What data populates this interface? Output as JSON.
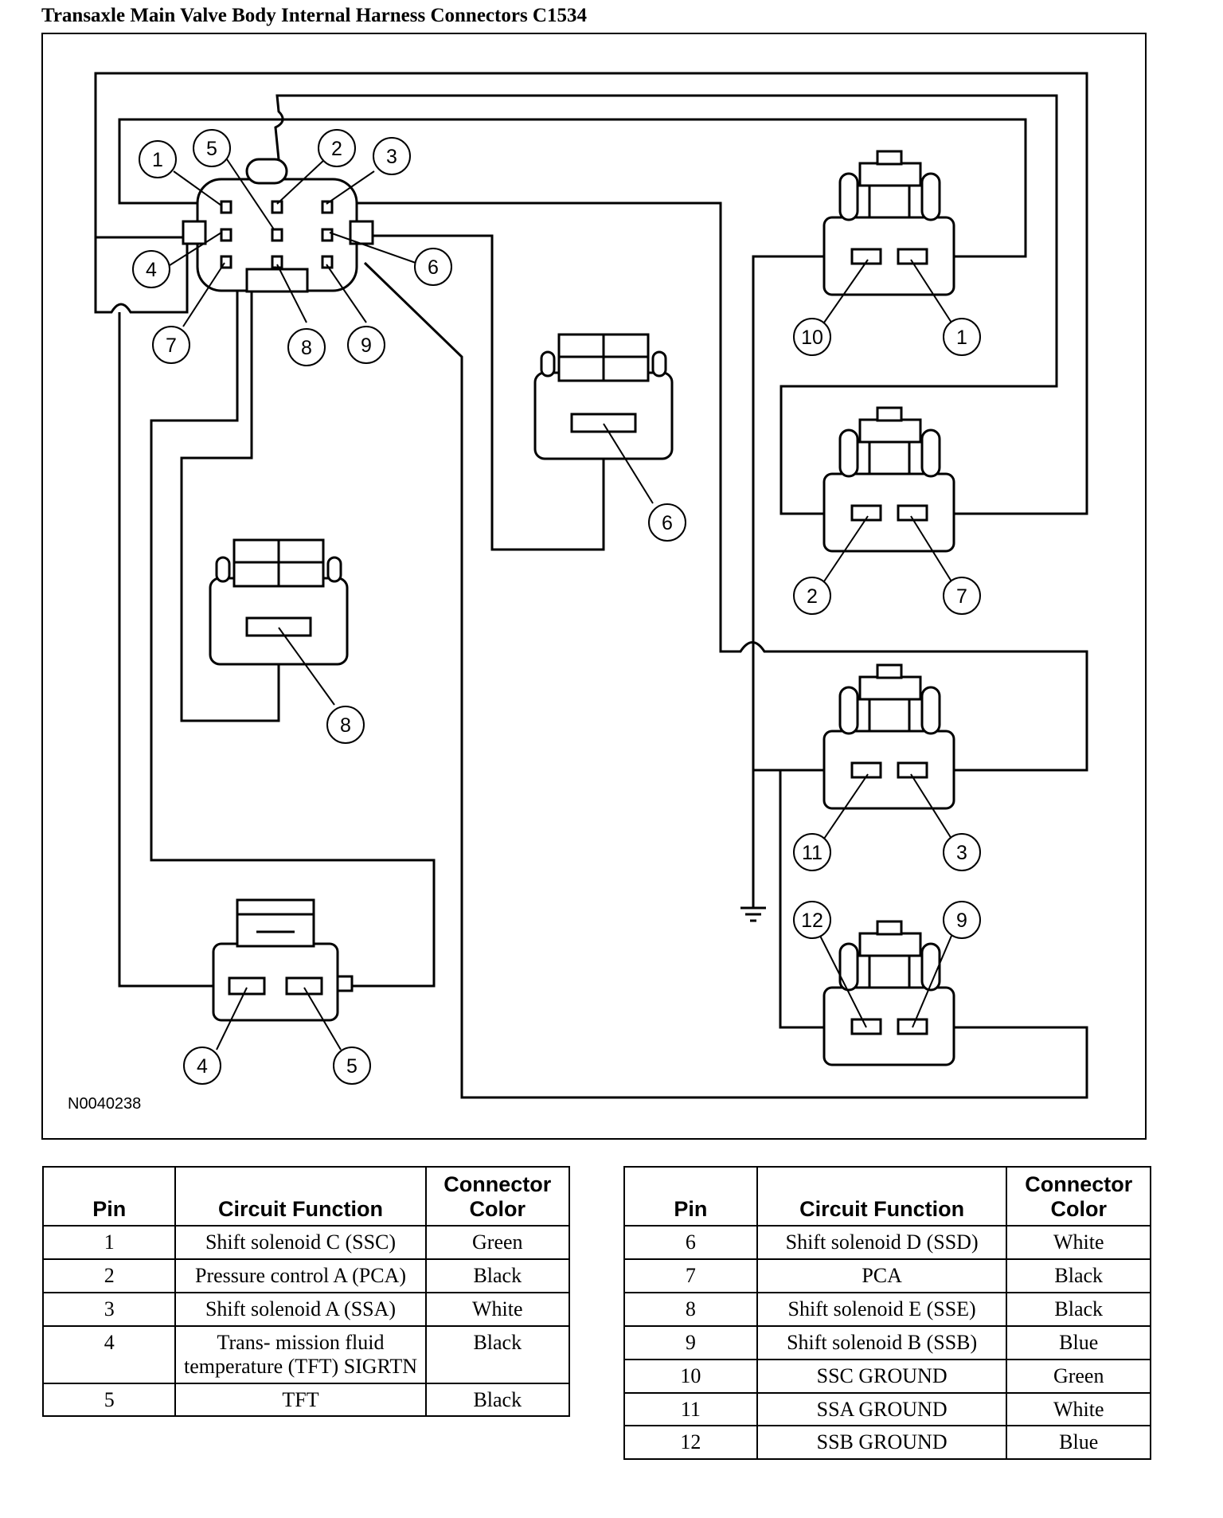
{
  "title": "Transaxle Main Valve Body Internal Harness Connectors C1534",
  "diagram": {
    "figure_code": "N0040238",
    "main_connector_pin_callouts": [
      "1",
      "2",
      "3",
      "4",
      "5",
      "6",
      "7",
      "8",
      "9"
    ],
    "solenoid_connector_callouts": [
      {
        "id": "ssc",
        "labels": [
          "10",
          "1"
        ]
      },
      {
        "id": "pca",
        "labels": [
          "2",
          "7"
        ]
      },
      {
        "id": "ssa",
        "labels": [
          "11",
          "3"
        ]
      },
      {
        "id": "ssb",
        "labels": [
          "12",
          "9"
        ]
      },
      {
        "id": "ssd",
        "labels": [
          "6"
        ]
      },
      {
        "id": "sse",
        "labels": [
          "8"
        ]
      },
      {
        "id": "tft",
        "labels": [
          "4",
          "5"
        ]
      }
    ],
    "ground_symbol": "ground-icon"
  },
  "tables": {
    "headers": {
      "pin": "Pin",
      "function": "Circuit Function",
      "color_line1": "Connector",
      "color_line2": "Color"
    },
    "left": [
      {
        "pin": "1",
        "function": "Shift solenoid C (SSC)",
        "color": "Green"
      },
      {
        "pin": "2",
        "function": "Pressure control A (PCA)",
        "color": "Black"
      },
      {
        "pin": "3",
        "function": "Shift solenoid A (SSA)",
        "color": "White"
      },
      {
        "pin": "4",
        "function": "Trans- mission fluid temperature (TFT) SIGRTN",
        "color": "Black"
      },
      {
        "pin": "5",
        "function": "TFT",
        "color": "Black"
      }
    ],
    "right": [
      {
        "pin": "6",
        "function": "Shift solenoid D (SSD)",
        "color": "White"
      },
      {
        "pin": "7",
        "function": "PCA",
        "color": "Black"
      },
      {
        "pin": "8",
        "function": "Shift solenoid E (SSE)",
        "color": "Black"
      },
      {
        "pin": "9",
        "function": "Shift solenoid B (SSB)",
        "color": "Blue"
      },
      {
        "pin": "10",
        "function": "SSC GROUND",
        "color": "Green"
      },
      {
        "pin": "11",
        "function": "SSA GROUND",
        "color": "White"
      },
      {
        "pin": "12",
        "function": "SSB GROUND",
        "color": "Blue"
      }
    ]
  }
}
